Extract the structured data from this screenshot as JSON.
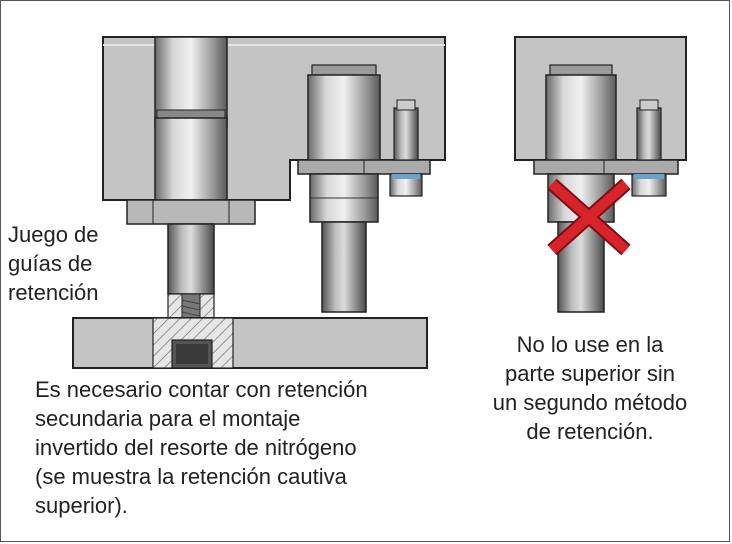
{
  "figure": {
    "label_left": [
      "Juego de",
      "guías de",
      "retención"
    ],
    "caption_main": [
      "Es necesario contar con retención",
      "secundaria para el montaje",
      "invertido del resorte de nitrógeno",
      "(se muestra la retención cautiva",
      "superior)."
    ],
    "caption_warning": [
      "No lo use en la",
      "parte superior sin",
      "un segundo método",
      "de retención."
    ],
    "colors": {
      "warning_cross": "#d8232a",
      "metal": "#c8c8c8",
      "plate": "#c4c4c4"
    }
  }
}
